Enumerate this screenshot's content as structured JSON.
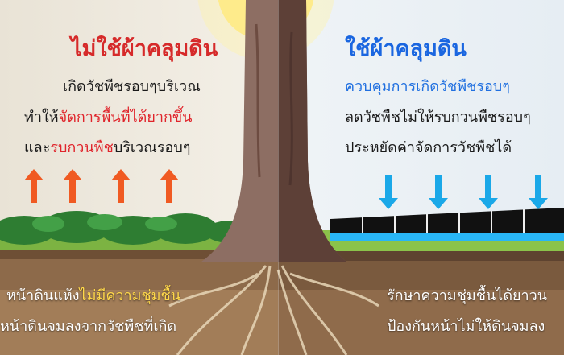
{
  "left_panel": {
    "title": "ไม่ใช้ผ้าคลุมดิน",
    "line1": "เกิดวัชพืชรอบๆบริเวณ",
    "line2_prefix": "ทำให้",
    "line2_highlight": "จัดการพื้นที่ได้ยากขึ้น",
    "line3_prefix": "และ",
    "line3_highlight": "รบกวนพืช",
    "line3_suffix": "บริเวณรอบๆ",
    "bottom1_prefix": "หน้าดินแห้ง",
    "bottom1_highlight": "ไม่มีความชุ่มชื้น",
    "bottom2": "หน้าดินจมลงจากวัชพืชที่เกิด",
    "arrow_icon": "arrow-up-icon",
    "arrow_color": "#f05a22",
    "arrow_count": 4
  },
  "right_panel": {
    "title": "ใช้ผ้าคลุมดิน",
    "line1": "ควบคุมการเกิดวัชพืชรอบๆ",
    "line2": "ลดวัชพืชไม่ให้รบกวนพืชรอบๆ",
    "line3": "ประหยัดค่าจัดการวัชพืชได้",
    "bottom1": "รักษาความชุ่มชื้นได้ยาวน",
    "bottom2": "ป้องกันหน้าไม่ให้ดินจมลง",
    "arrow_icon": "arrow-down-icon",
    "arrow_color": "#1aa8e8",
    "arrow_count": 4
  },
  "colors": {
    "title_left": "#d62a2a",
    "title_right": "#1a66e0",
    "highlight_red": "#e0242b",
    "highlight_blue": "#1f6fe0"
  }
}
